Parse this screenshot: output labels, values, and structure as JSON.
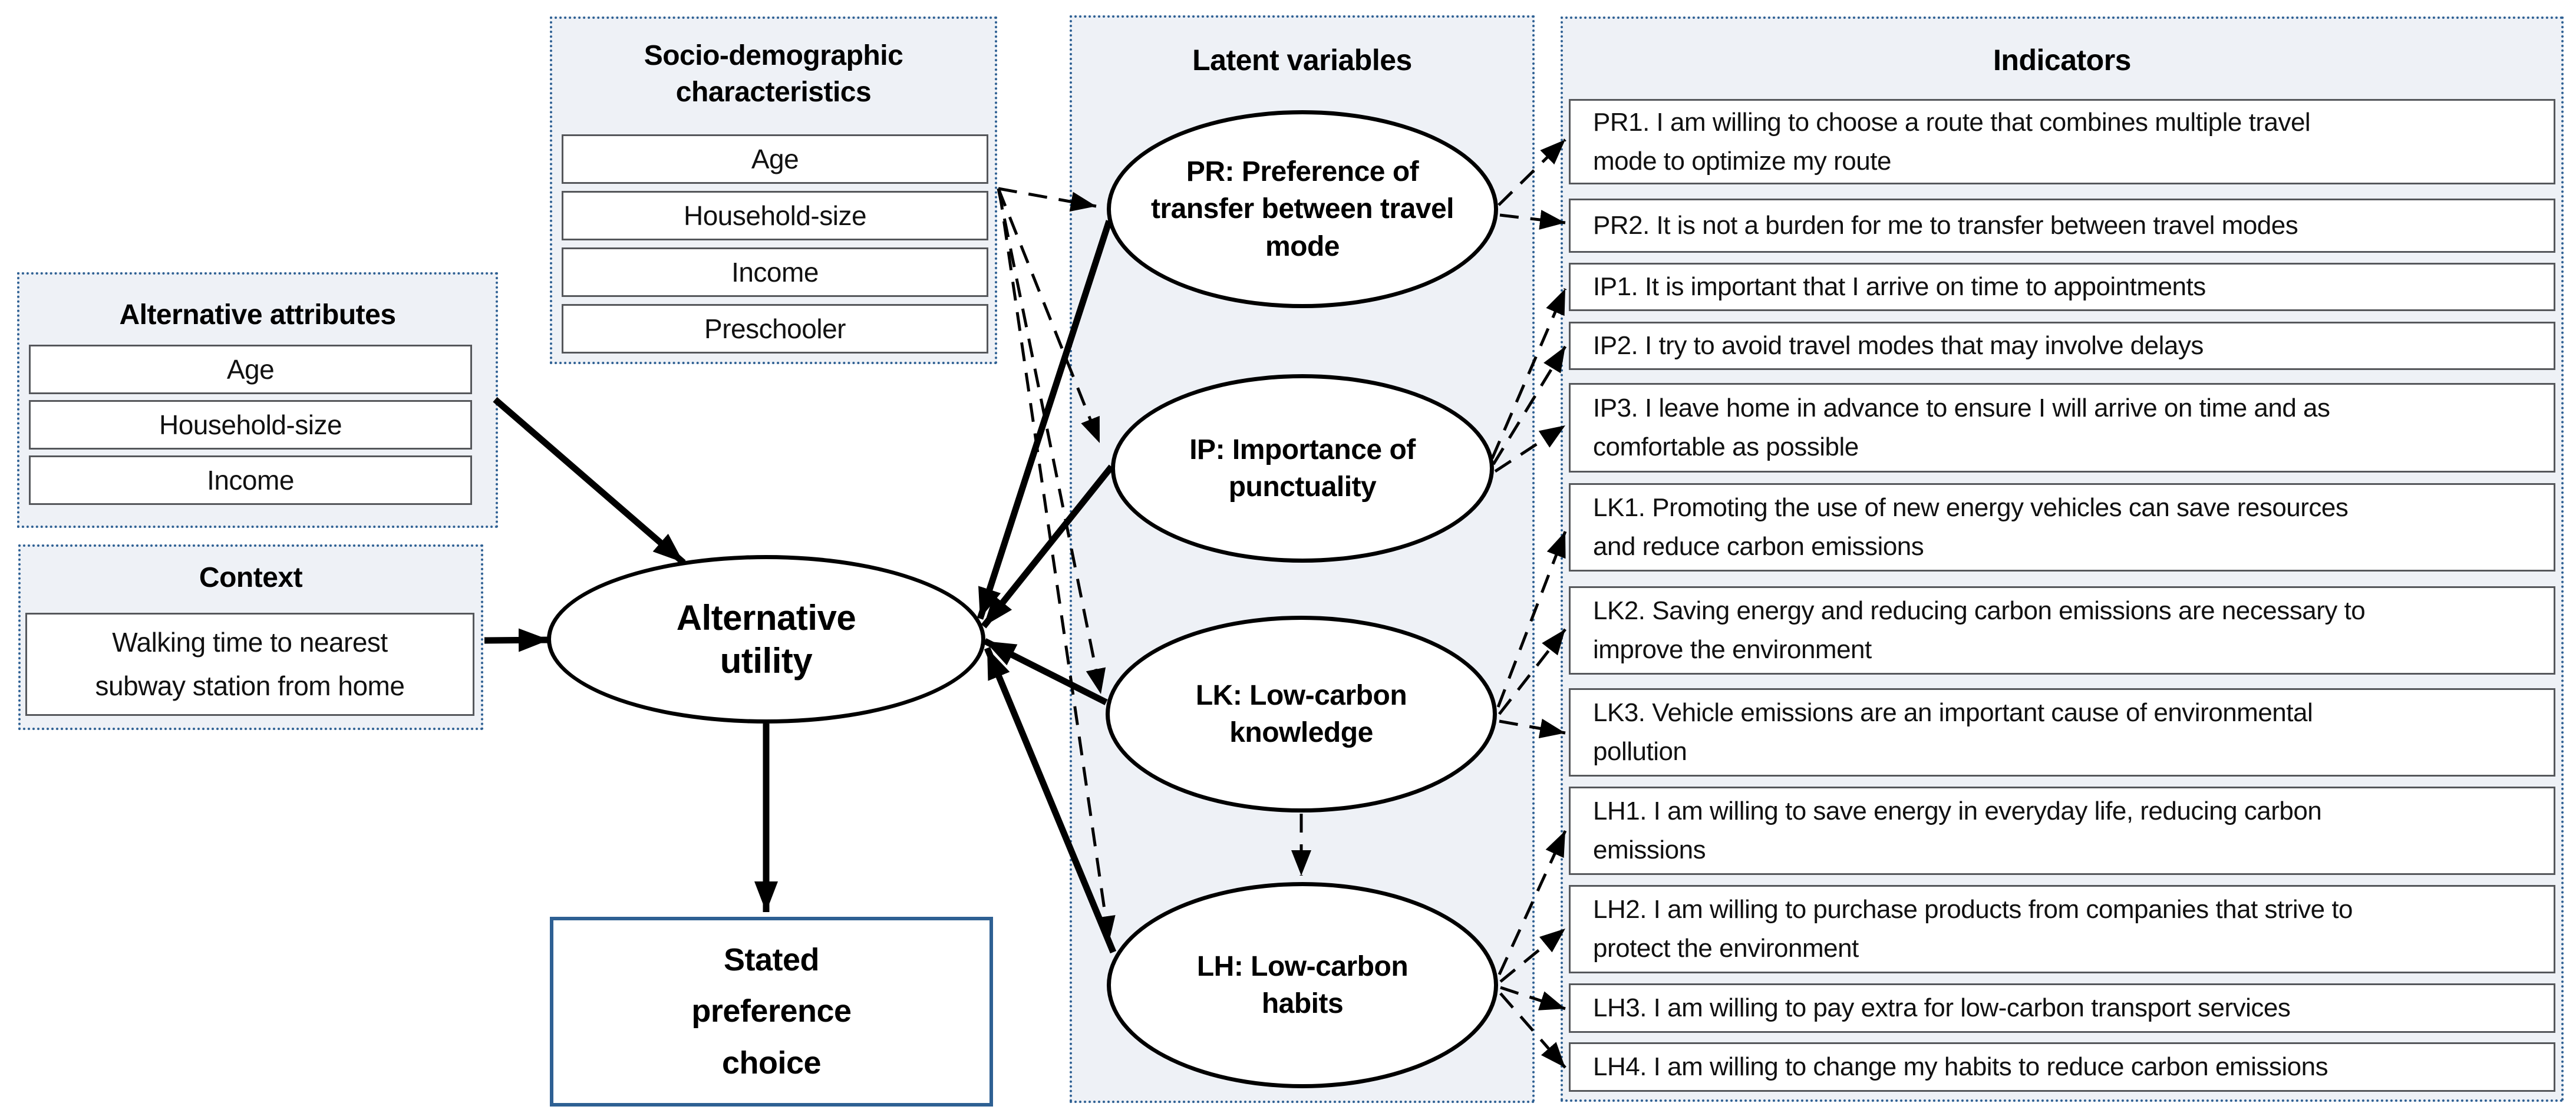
{
  "panels": {
    "socio": {
      "title": "Socio-demographic characteristics",
      "items": [
        "Age",
        "Household-size",
        "Income",
        "Preschooler"
      ]
    },
    "alternative_attributes": {
      "title": "Alternative attributes",
      "items": [
        "Age",
        "Household-size",
        "Income"
      ]
    },
    "context": {
      "title": "Context",
      "item": "Walking time to nearest subway station from home"
    },
    "latent": {
      "title": "Latent variables",
      "ellipses": [
        {
          "id": "PR",
          "label": "PR: Preference of transfer between travel mode"
        },
        {
          "id": "IP",
          "label": "IP: Importance of punctuality"
        },
        {
          "id": "LK",
          "label": "LK: Low-carbon knowledge"
        },
        {
          "id": "LH",
          "label": "LH: Low-carbon habits"
        }
      ]
    },
    "indicators": {
      "title": "Indicators",
      "items": [
        "PR1. I am willing to choose a route that combines multiple travel mode to optimize my route",
        "PR2. It is not a burden for me to transfer between travel modes",
        "IP1. It is important that I arrive on time to appointments",
        "IP2. I try to avoid travel modes that may involve delays",
        "IP3. I leave home in advance to ensure I will arrive on time and as comfortable as possible",
        "LK1. Promoting the use of new energy vehicles can save resources and reduce carbon emissions",
        "LK2. Saving energy and reducing carbon emissions are necessary to improve the environment",
        "LK3. Vehicle emissions are an important cause of environmental pollution",
        "LH1. I am willing to save energy in everyday life, reducing carbon emissions",
        "LH2. I am willing to purchase products from companies that strive to protect the environment",
        "LH3. I am willing to pay extra for low-carbon transport services",
        "LH4. I am willing to change my habits to reduce carbon emissions"
      ]
    }
  },
  "nodes": {
    "alternative_utility": {
      "label": "Alternative utility"
    },
    "stated_preference": {
      "label": "Stated preference choice"
    }
  },
  "edges": [
    {
      "from": "Alternative attributes",
      "to": "Alternative utility",
      "style": "solid"
    },
    {
      "from": "Context",
      "to": "Alternative utility",
      "style": "solid"
    },
    {
      "from": "Alternative utility",
      "to": "Stated preference choice",
      "style": "solid"
    },
    {
      "from": "PR",
      "to": "Alternative utility",
      "style": "solid"
    },
    {
      "from": "IP",
      "to": "Alternative utility",
      "style": "solid"
    },
    {
      "from": "LK",
      "to": "Alternative utility",
      "style": "solid"
    },
    {
      "from": "LH",
      "to": "Alternative utility",
      "style": "solid"
    },
    {
      "from": "Socio-demographic characteristics",
      "to": "PR",
      "style": "dashed"
    },
    {
      "from": "Socio-demographic characteristics",
      "to": "IP",
      "style": "dashed"
    },
    {
      "from": "Socio-demographic characteristics",
      "to": "LK",
      "style": "dashed"
    },
    {
      "from": "Socio-demographic characteristics",
      "to": "LH",
      "style": "dashed"
    },
    {
      "from": "LK",
      "to": "LH",
      "style": "dashed"
    },
    {
      "from": "PR",
      "to": "PR1",
      "style": "dashed"
    },
    {
      "from": "PR",
      "to": "PR2",
      "style": "dashed"
    },
    {
      "from": "IP",
      "to": "IP1",
      "style": "dashed"
    },
    {
      "from": "IP",
      "to": "IP2",
      "style": "dashed"
    },
    {
      "from": "IP",
      "to": "IP3",
      "style": "dashed"
    },
    {
      "from": "LK",
      "to": "LK1",
      "style": "dashed"
    },
    {
      "from": "LK",
      "to": "LK2",
      "style": "dashed"
    },
    {
      "from": "LK",
      "to": "LK3",
      "style": "dashed"
    },
    {
      "from": "LH",
      "to": "LH1",
      "style": "dashed"
    },
    {
      "from": "LH",
      "to": "LH2",
      "style": "dashed"
    },
    {
      "from": "LH",
      "to": "LH3",
      "style": "dashed"
    },
    {
      "from": "LH",
      "to": "LH4",
      "style": "dashed"
    }
  ],
  "colors": {
    "accent_blue": "#2e6093",
    "panel_fill": "#eef1f6",
    "box_border_gray": "#55575b",
    "line_black": "#000000"
  }
}
